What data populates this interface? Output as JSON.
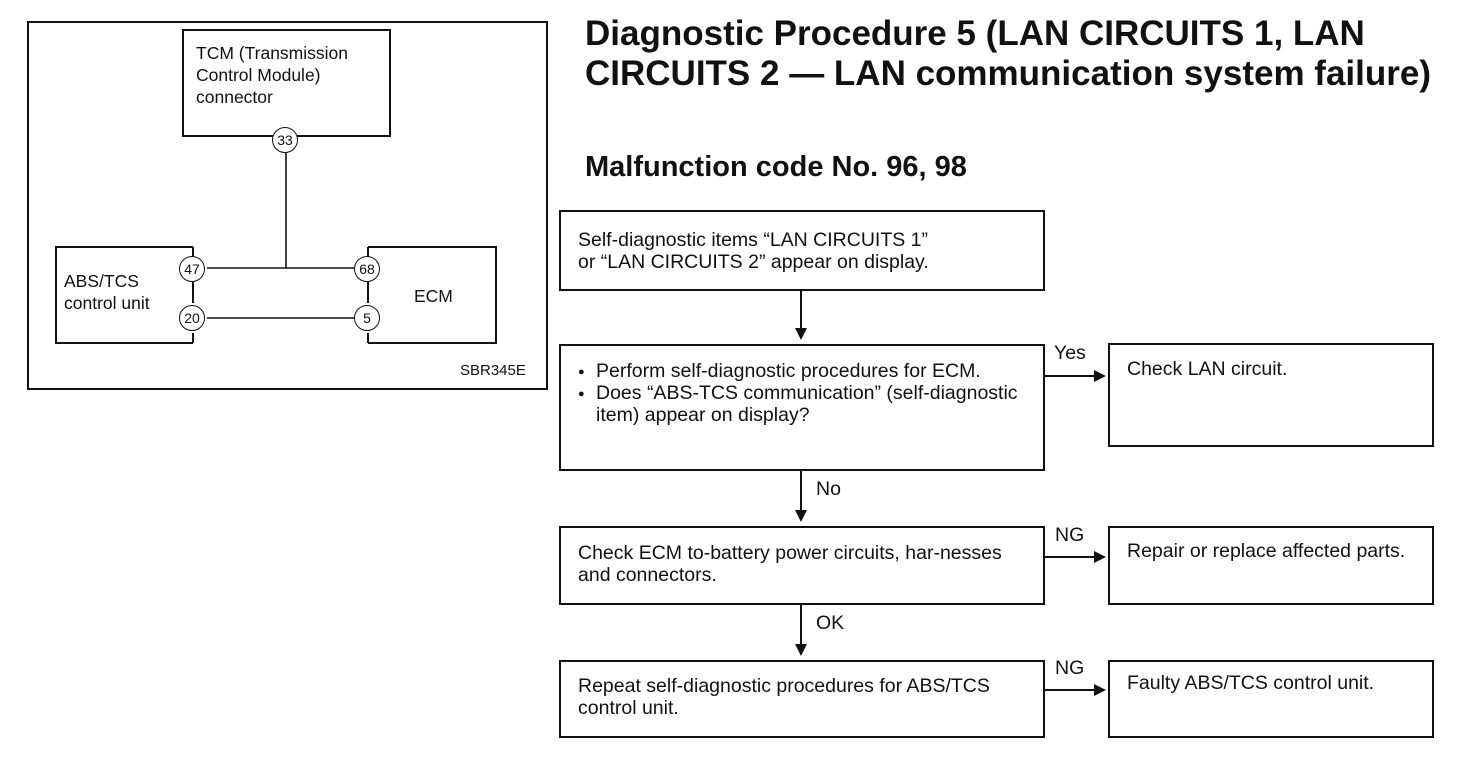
{
  "diagram": {
    "tcm_label": [
      "TCM (Transmission",
      "Control Module)",
      "connector"
    ],
    "abs_label": [
      "ABS/TCS",
      "control unit"
    ],
    "ecm_label": "ECM",
    "pins": {
      "tcm": "33",
      "abs_top": "47",
      "abs_bottom": "20",
      "ecm_top": "68",
      "ecm_bottom": "5"
    },
    "figure_id": "SBR345E"
  },
  "heading": {
    "title": "Diagnostic Procedure 5 (LAN CIRCUITS 1, LAN CIRCUITS 2 — LAN communication system failure)",
    "subtitle": "Malfunction code No. 96, 98"
  },
  "flow": {
    "step1": [
      "Self-diagnostic items “LAN CIRCUITS 1”",
      "or “LAN CIRCUITS 2” appear on display."
    ],
    "step2_bullets": [
      "Perform self-diagnostic procedures for ECM.",
      "Does “ABS-TCS communication” (self-diagnostic item) appear on display?"
    ],
    "step2_yes_label": "Yes",
    "step2_yes_result": "Check LAN circuit.",
    "step2_no_label": "No",
    "step3": "Check ECM to-battery power circuits, har-nesses and connectors.",
    "step3_ng_label": "NG",
    "step3_ng_result": "Repair or replace affected parts.",
    "step3_ok_label": "OK",
    "step4": "Repeat self-diagnostic procedures for ABS/TCS control unit.",
    "step4_ng_label": "NG",
    "step4_ng_result": "Faulty ABS/TCS control unit."
  }
}
